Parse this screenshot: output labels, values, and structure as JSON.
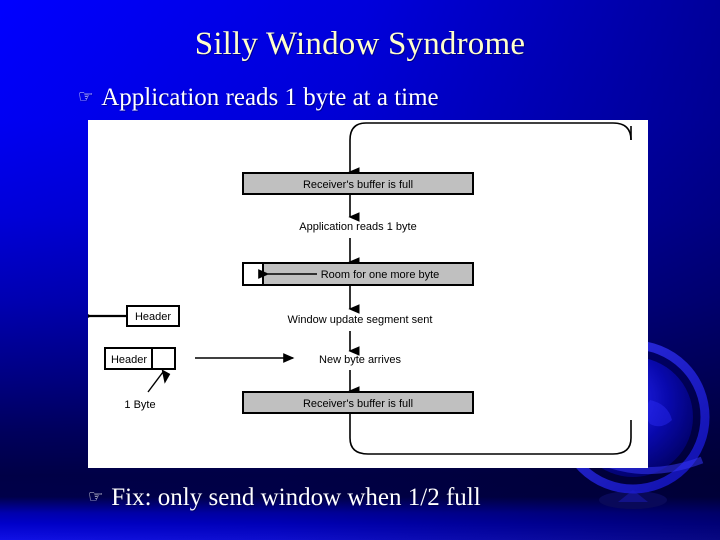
{
  "slide": {
    "title": "Silly Window Syndrome",
    "bullet_glyph": "☞",
    "bullets": [
      {
        "text": "Application reads 1 byte at a time"
      },
      {
        "text": "Fix: only send window when 1/2 full"
      }
    ],
    "colors": {
      "background_top": "#0000ff",
      "background_bottom": "#000047",
      "title_color": "#ffffcc",
      "bullet_color": "#ffffff",
      "diagram_background": "#ffffff",
      "box_fill": "#c0c0c0",
      "box_stroke": "#000000"
    }
  },
  "diagram": {
    "name": "silly-window-syndrome-flow",
    "boxes": [
      {
        "id": "buffer-full-top",
        "label": "Receiver's buffer is full",
        "fill": "#c0c0c0"
      },
      {
        "id": "room-one-byte",
        "label": "Room for one more byte",
        "fill": "#c0c0c0"
      },
      {
        "id": "buffer-full-bottom",
        "label": "Receiver's buffer is full",
        "fill": "#c0c0c0"
      }
    ],
    "labels": [
      {
        "id": "app-reads",
        "text": "Application reads 1 byte"
      },
      {
        "id": "window-update",
        "text": "Window update segment sent"
      },
      {
        "id": "new-byte",
        "text": "New byte arrives"
      }
    ],
    "segments": [
      {
        "id": "header-1",
        "label": "Header"
      },
      {
        "id": "header-2",
        "label": "Header"
      }
    ],
    "annotations": [
      {
        "id": "one-byte",
        "text": "1 Byte"
      }
    ]
  }
}
